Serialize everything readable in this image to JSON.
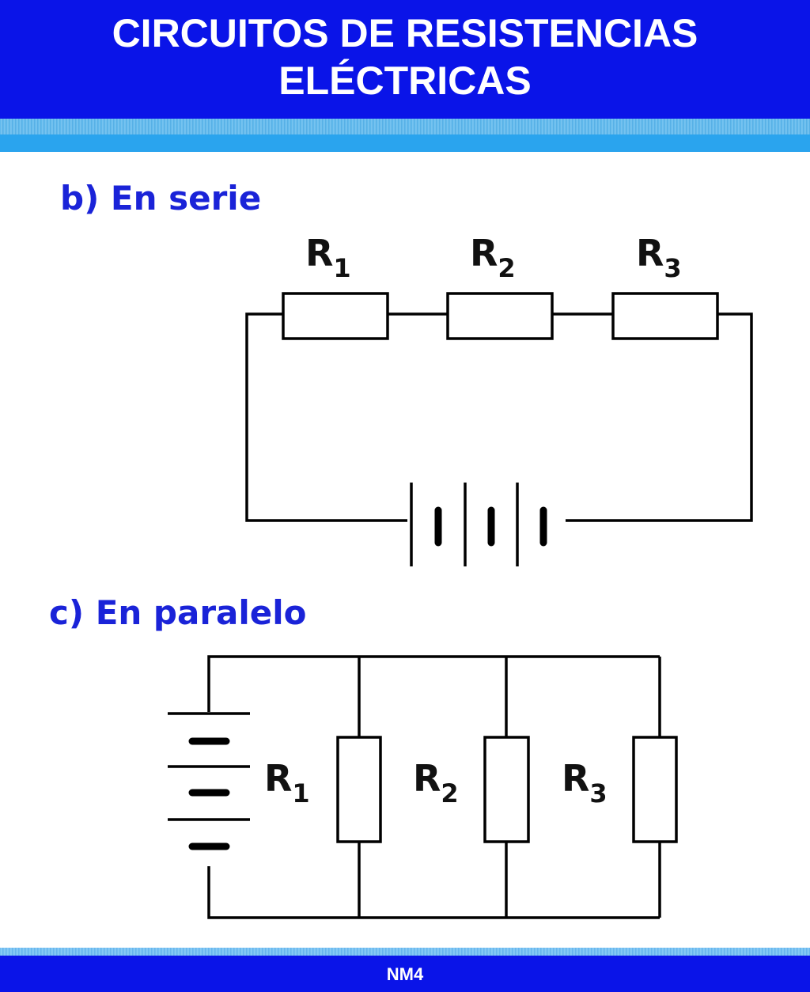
{
  "header": {
    "title_line1": "CIRCUITOS DE RESISTENCIAS",
    "title_line2": "ELÉCTRICAS"
  },
  "sections": {
    "series": {
      "label": "b) En serie",
      "resistors": [
        {
          "letter": "R",
          "sub": "1"
        },
        {
          "letter": "R",
          "sub": "2"
        },
        {
          "letter": "R",
          "sub": "3"
        }
      ]
    },
    "parallel": {
      "label": "c) En paralelo",
      "resistors": [
        {
          "letter": "R",
          "sub": "1"
        },
        {
          "letter": "R",
          "sub": "2"
        },
        {
          "letter": "R",
          "sub": "3"
        }
      ]
    }
  },
  "footer": {
    "text": "NM4"
  },
  "colors": {
    "header_bg": "#0a14e8",
    "label_blue": "#1a23d8",
    "stripe": "#2aa4ee"
  }
}
